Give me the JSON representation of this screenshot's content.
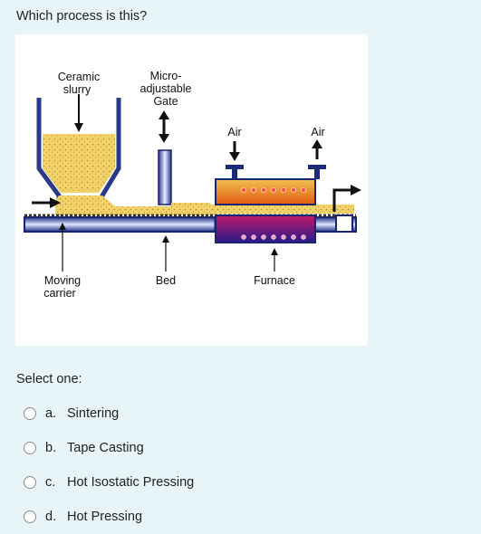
{
  "question": {
    "text": "Which process is this?"
  },
  "figure": {
    "labels": {
      "slurry_1": "Ceramic",
      "slurry_2": "slurry",
      "gate_1": "Micro-",
      "gate_2": "adjustable",
      "gate_3": "Gate",
      "air_in": "Air",
      "air_out": "Air",
      "carrier_1": "Moving",
      "carrier_2": "carrier",
      "bed": "Bed",
      "furnace": "Furnace"
    },
    "colors": {
      "slurry": "#f2d36b",
      "belt": "#2f3f9a",
      "furnace_top": "#f0a020",
      "furnace_bottom": "#c01a5a",
      "nozzle": "#1c2a7a"
    }
  },
  "select_one": "Select one:",
  "options": [
    {
      "letter": "a.",
      "label": "Sintering"
    },
    {
      "letter": "b.",
      "label": "Tape Casting"
    },
    {
      "letter": "c.",
      "label": "Hot Isostatic Pressing"
    },
    {
      "letter": "d.",
      "label": "Hot Pressing"
    }
  ]
}
